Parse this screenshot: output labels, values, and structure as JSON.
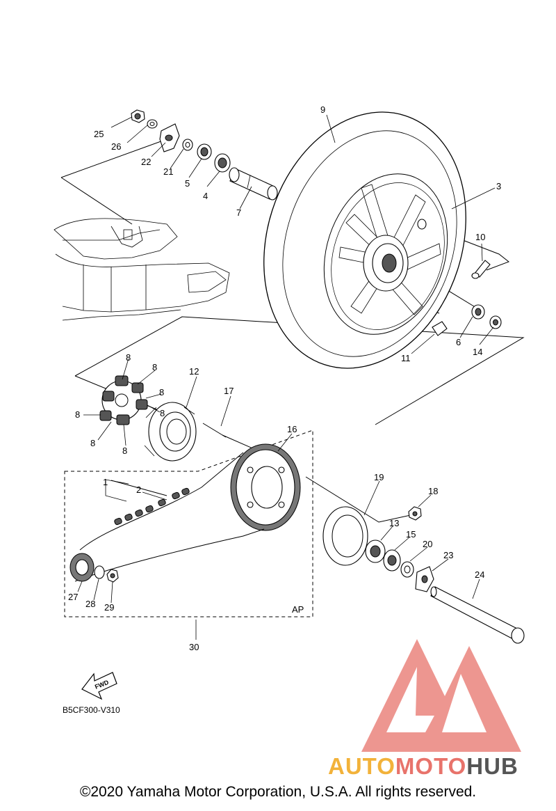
{
  "callouts": {
    "p1": "1",
    "p2": "2",
    "p3": "3",
    "p4": "4",
    "p5": "5",
    "p6": "6",
    "p7": "7",
    "p8": "8",
    "p9": "9",
    "p10": "10",
    "p11": "11",
    "p12": "12",
    "p13": "13",
    "p14": "14",
    "p15": "15",
    "p16": "16",
    "p17": "17",
    "p18": "18",
    "p19": "19",
    "p20": "20",
    "p21": "21",
    "p22": "22",
    "p23": "23",
    "p24": "24",
    "p25": "25",
    "p26": "26",
    "p27": "27",
    "p28": "28",
    "p29": "29",
    "p30": "30"
  },
  "ap_label": "AP",
  "fwd_label": "FWD",
  "diagram_code": "B5CF300-V310",
  "watermark": {
    "text_part1": "AUTO",
    "text_part2": "MOTO",
    "text_part3": "HUB",
    "color1": "#f2b23a",
    "color2": "#e8736b",
    "color3": "#555555",
    "logo_color": "#e8736b"
  },
  "footer": "©2020 Yamaha Motor Corporation, U.S.A. All rights reserved."
}
